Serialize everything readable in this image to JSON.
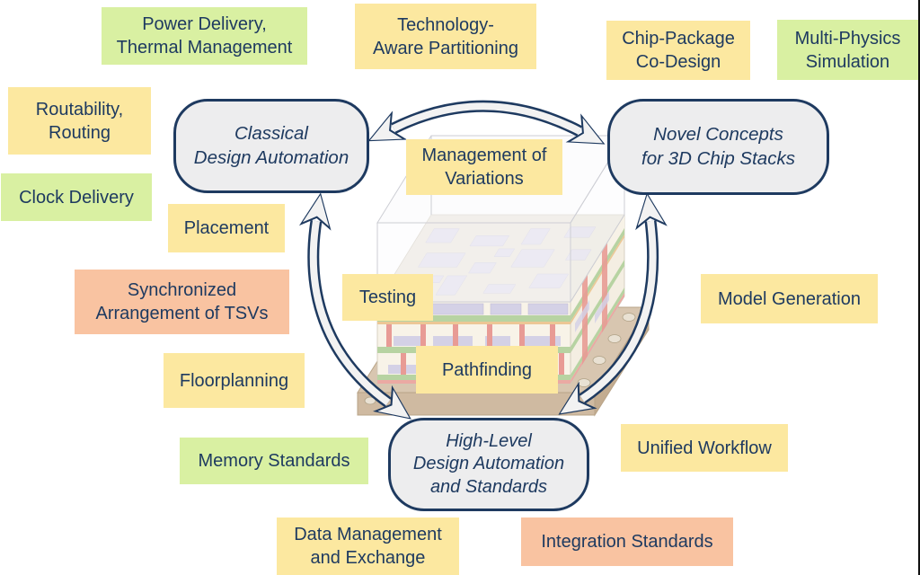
{
  "palette": {
    "yellow": "#fce8a0",
    "green": "#d9f0a2",
    "salmon": "#f9c3a1",
    "navy": "#1e3a60",
    "node_fill": "#ededee",
    "arrow_fill": "#f2f2f2"
  },
  "nodes": {
    "classical": "Classical\nDesign Automation",
    "novel": "Novel Concepts\nfor 3D Chip Stacks",
    "high_level": "High-Level\nDesign Automation\nand Standards"
  },
  "labels": {
    "power_delivery": "Power Delivery,\nThermal Management",
    "technology_aware": "Technology-\nAware Partitioning",
    "chip_package": "Chip-Package\nCo-Design",
    "multi_physics": "Multi-Physics\nSimulation",
    "routability": "Routability,\nRouting",
    "clock_delivery": "Clock Delivery",
    "placement": "Placement",
    "synchronized_tsvs": "Synchronized\nArrangement of TSVs",
    "floorplanning": "Floorplanning",
    "memory_standards": "Memory Standards",
    "data_management": "Data Management\nand Exchange",
    "integration_standards": "Integration Standards",
    "unified_workflow": "Unified Workflow",
    "model_generation": "Model Generation",
    "management_variations": "Management of\nVariations",
    "testing": "Testing",
    "pathfinding": "Pathfinding"
  },
  "icons": {
    "chip_stack": "3d-chip-stack-illustration",
    "arrows": "double-headed-arrow"
  }
}
